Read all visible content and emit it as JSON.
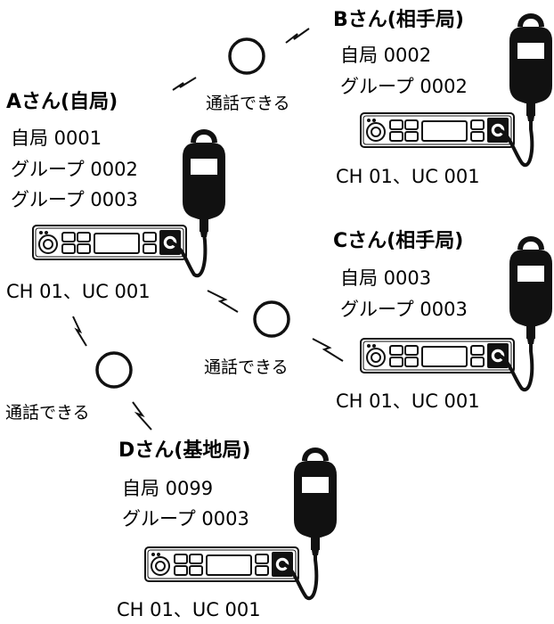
{
  "stations": {
    "a": {
      "name": "Aさん(自局)",
      "lines": [
        "自局 0001",
        "グループ 0002",
        "グループ 0003"
      ],
      "channel": "CH 01、UC 001"
    },
    "b": {
      "name": "Bさん(相手局)",
      "lines": [
        "自局 0002",
        "グループ 0002"
      ],
      "channel": "CH 01、UC 001"
    },
    "c": {
      "name": "Cさん(相手局)",
      "lines": [
        "自局 0003",
        "グループ 0003"
      ],
      "channel": "CH 01、UC 001"
    },
    "d": {
      "name": "Dさん(基地局)",
      "lines": [
        "自局 0099",
        "グループ 0003"
      ],
      "channel": "CH 01、UC 001"
    }
  },
  "links": {
    "ab": {
      "result": "通話できる",
      "symbol": "○"
    },
    "ac": {
      "result": "通話できる",
      "symbol": "○"
    },
    "ad": {
      "result": "通話できる",
      "symbol": "○"
    }
  }
}
